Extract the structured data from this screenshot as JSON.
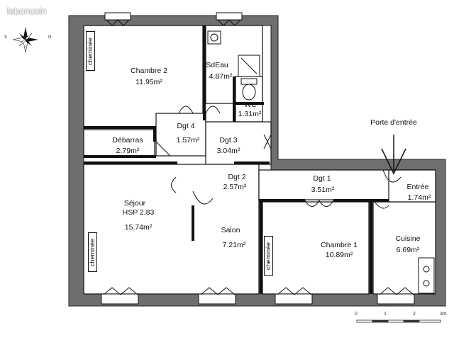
{
  "watermark": "leboncoin",
  "compass": {
    "n": "N",
    "s": "S"
  },
  "rooms": {
    "chambre2": {
      "name": "Chambre 2",
      "area": "11.95m²"
    },
    "sdeau": {
      "name": "SdEau",
      "area": "4.87m²"
    },
    "wc": {
      "name": "WC",
      "area": "1.31m²"
    },
    "dgt4": {
      "name": "Dgt 4",
      "area": "1.57m²"
    },
    "debarras": {
      "name": "Débarras",
      "area": "2.79m²"
    },
    "dgt3": {
      "name": "Dgt 3",
      "area": "3.04m²"
    },
    "dgt2": {
      "name": "Dgt 2",
      "area": "2.57m²"
    },
    "dgt1": {
      "name": "Dgt 1",
      "area": "3.51m²"
    },
    "sejour": {
      "name": "Séjour",
      "hsp": "HSP 2.83",
      "area": "15.74m²"
    },
    "salon": {
      "name": "Salon",
      "area": "7.21m²"
    },
    "chambre1": {
      "name": "Chambre 1",
      "area": "10.89m²"
    },
    "entree": {
      "name": "Entrée",
      "area": "1.74m²"
    },
    "cuisine": {
      "name": "Cuisine",
      "area": "6.69m²"
    }
  },
  "labels": {
    "porte_entree": "Porte d'entrée",
    "cheminee": "cheminée"
  },
  "scale": {
    "t0": "0",
    "t1": "1",
    "t2": "2",
    "t3": "3m"
  }
}
